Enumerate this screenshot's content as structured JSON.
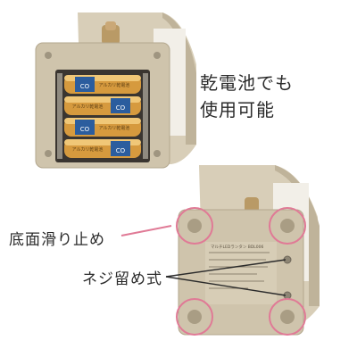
{
  "captions": {
    "battery_line1": "乾電池でも",
    "battery_line2": "使用可能",
    "non_slip": "底面滑り止め",
    "screw": "ネジ留め式"
  },
  "battery_labels": [
    "アルカリ乾電池",
    "アルカリ乾電池",
    "アルカリ乾電池",
    "アルカリ乾電池"
  ],
  "battery_brand": "CO",
  "product_label": "マルチLEDランタン BDL006",
  "colors": {
    "body": "#c8bda5",
    "body_dark": "#a99d84",
    "battery_gold": "#d69a3e",
    "accent_pink": "#e07a96",
    "compartment": "#3a3530"
  }
}
